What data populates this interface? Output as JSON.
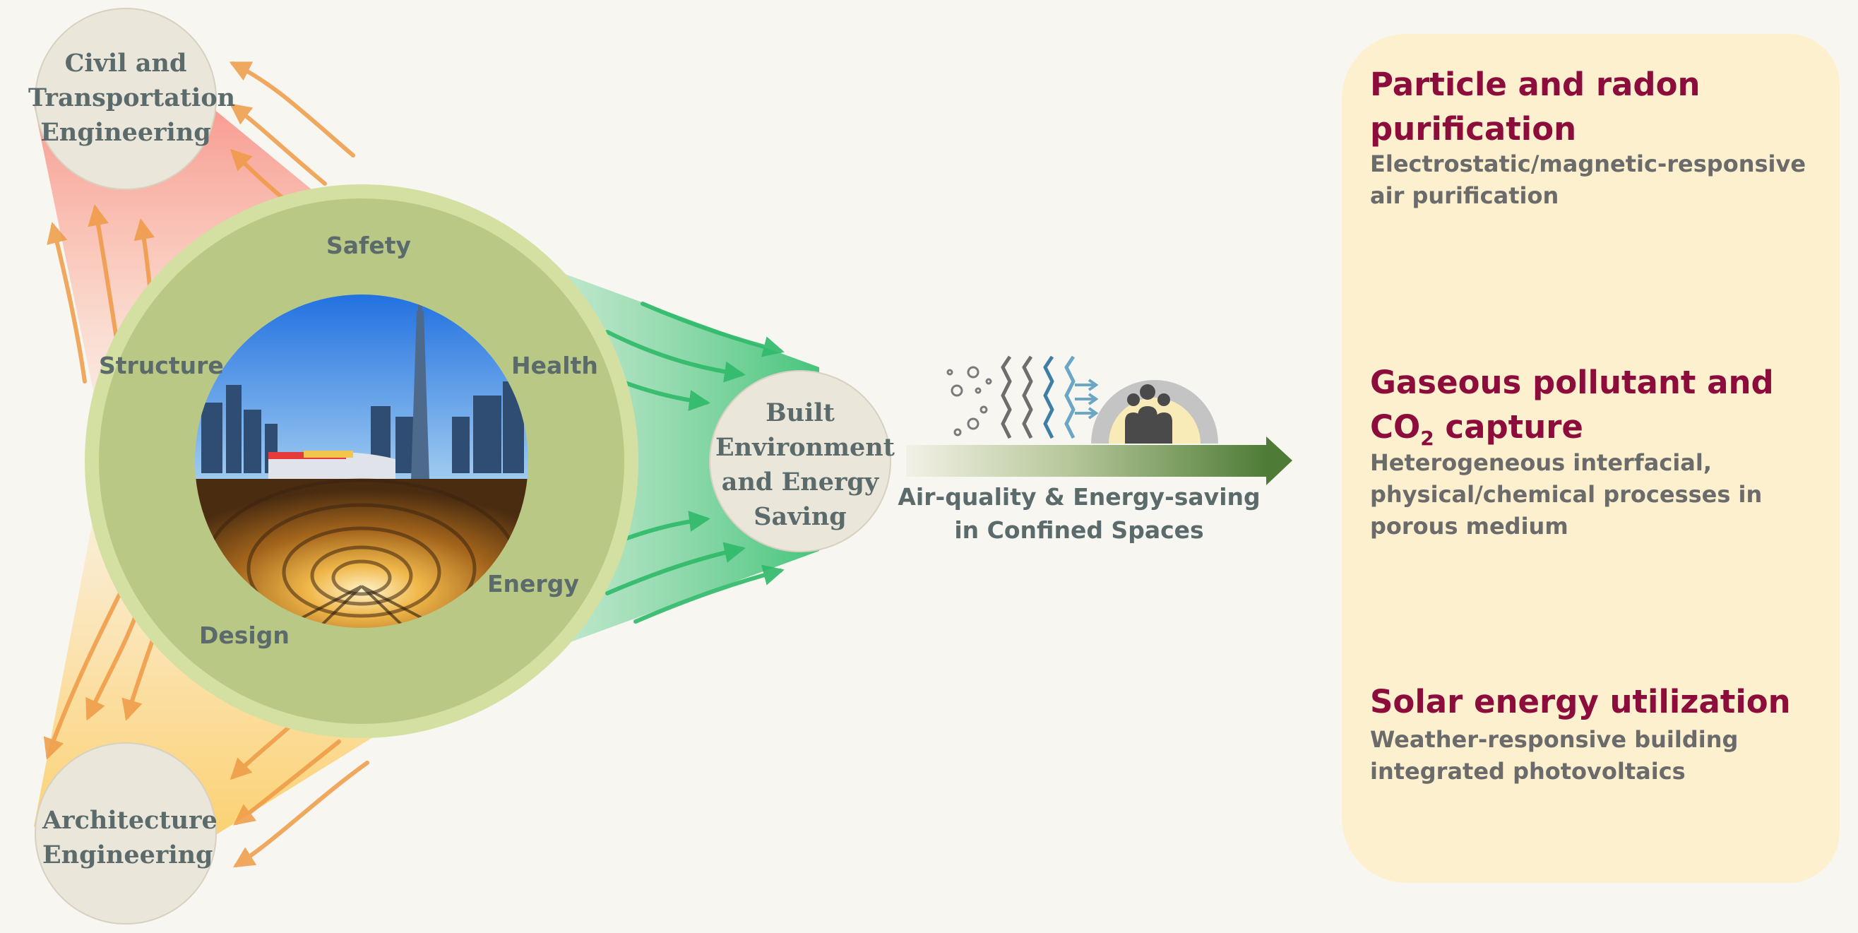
{
  "nodes": {
    "civil": "Civil and Transportation Engineering",
    "architecture": "Architecture Engineering",
    "built": "Built Environment and Energy Saving"
  },
  "ring": {
    "safety": "Safety",
    "health": "Health",
    "structure": "Structure",
    "energy": "Energy",
    "design": "Design"
  },
  "flow": {
    "line1": "Air-quality & Energy-saving",
    "line2": "in Confined Spaces"
  },
  "applications": [
    {
      "title": "Particle and radon purification",
      "description": "Electrostatic/magnetic-responsive air purification"
    },
    {
      "title_before": "Gaseous pollutant and CO",
      "title_sub": "2",
      "title_after": " capture",
      "description": "Heterogeneous interfacial, physical/chemical processes in porous medium"
    },
    {
      "title": "Solar energy utilization",
      "description": "Weather-responsive building integrated photovoltaics"
    }
  ],
  "icons": [
    "particles-icon",
    "filter-icon",
    "people-icon"
  ],
  "colors": {
    "title_accent": "#8c0c3c",
    "panel_bg": "#fdf0cf",
    "outer_ring": "#d4e0a2",
    "inner_ring": "#b9c885",
    "node_fill": "#ebe6da",
    "flow_arrow": "#4e7c36",
    "green_arrows": "#2fba6a",
    "orange_arrows": "#ef9a45"
  }
}
